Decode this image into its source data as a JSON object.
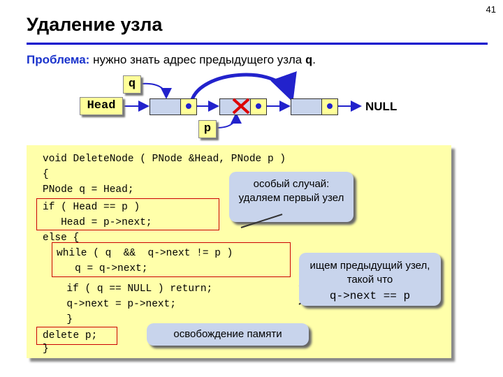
{
  "slide": {
    "number": "41",
    "title": "Удаление узла",
    "problem_label": "Проблема:",
    "problem_text": " нужно знать адрес предыдущего узла ",
    "problem_var": "q",
    "problem_end": "."
  },
  "diagram": {
    "head_label": "Head",
    "q_label": "q",
    "p_label": "p",
    "null_label": "NULL"
  },
  "code": {
    "lines": [
      "void DeleteNode ( PNode &Head, PNode p )",
      "{",
      "PNode q = Head;",
      "if ( Head == p )",
      "   Head = p->next;",
      "else {",
      "while ( q  &&  q->next != p )",
      "   q = q->next;",
      "  if ( q == NULL ) return;",
      "  q->next = p->next;",
      "  }",
      "delete p;",
      "}"
    ]
  },
  "callouts": {
    "special_case": "особый случай: удаляем первый узел",
    "find_prev_text": "ищем предыдущий узел, такой что",
    "find_prev_code": "q->next == p",
    "free_memory": "освобождение памяти"
  },
  "colors": {
    "title_rule": "#0000cc",
    "problem_label": "#1a33cc",
    "arrow": "#2222cc",
    "delete_mark": "#dd0000",
    "code_bg": "#ffffaa",
    "callout_bg": "#c8d4ec",
    "frame": "#cc0000"
  }
}
